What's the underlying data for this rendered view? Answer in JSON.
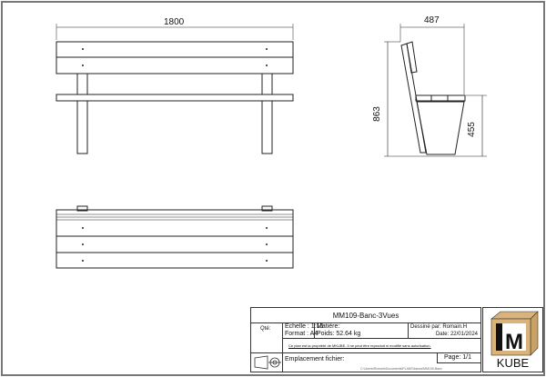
{
  "drawing": {
    "dimensions": {
      "width": "1800",
      "depth": "487",
      "height": "863",
      "seat_height": "455"
    }
  },
  "title_block": {
    "title": "MM109-Banc-3Vues",
    "qty_label": "Qté:",
    "scale_label": "Echelle : 1:15",
    "format_label": "Format : A4",
    "material_label": "Matière:",
    "weight_label": "Poids: 52.64 kg",
    "drawn_by_label": "Dessiné par: Romain.H",
    "date_label": "Date: 22/01/2024",
    "notice": "Ce plan est la propriété de MKUBE. Il ne peut être reproduit ni modifié sans autorisation.",
    "file_location_label": "Emplacement fichier:",
    "file_path": "C:\\Users\\Romain\\Documents\\PLANS\\bancs\\MM109-Banc",
    "page_label": "Page: 1/1"
  },
  "logo": {
    "text": "KUBE",
    "letter": "M"
  }
}
